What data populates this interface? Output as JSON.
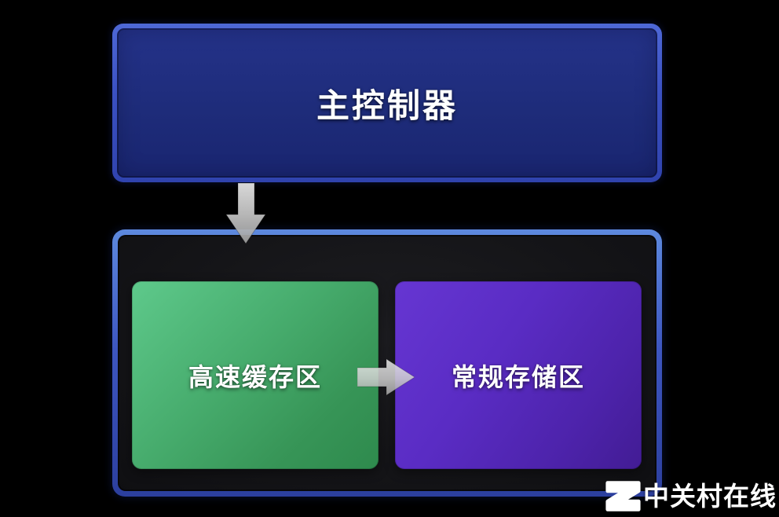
{
  "diagram": {
    "controller": {
      "label": "主控制器"
    },
    "storage_panel": {
      "cache_box": {
        "label": "高速缓存区"
      },
      "storage_box": {
        "label": "常规存储区"
      }
    },
    "flow": {
      "down_arrow": "controller-to-storage-panel",
      "right_arrow": "cache-to-storage"
    }
  },
  "watermark": {
    "brand": "中关村在线"
  },
  "colors": {
    "background": "#000000",
    "controller_border": "#4e68d6",
    "controller_fill": "#1e2c7a",
    "panel_border_top": "#5d89de",
    "panel_border_bottom": "#2c3f9e",
    "panel_fill": "#151518",
    "cache_gradient_start": "#5ec98b",
    "cache_gradient_end": "#2e8a4d",
    "storage_gradient_start": "#6636d2",
    "storage_gradient_end": "#421c94",
    "arrow_light": "#e6e6e6",
    "arrow_dark": "#a2a2a2",
    "text": "#ffffff"
  }
}
